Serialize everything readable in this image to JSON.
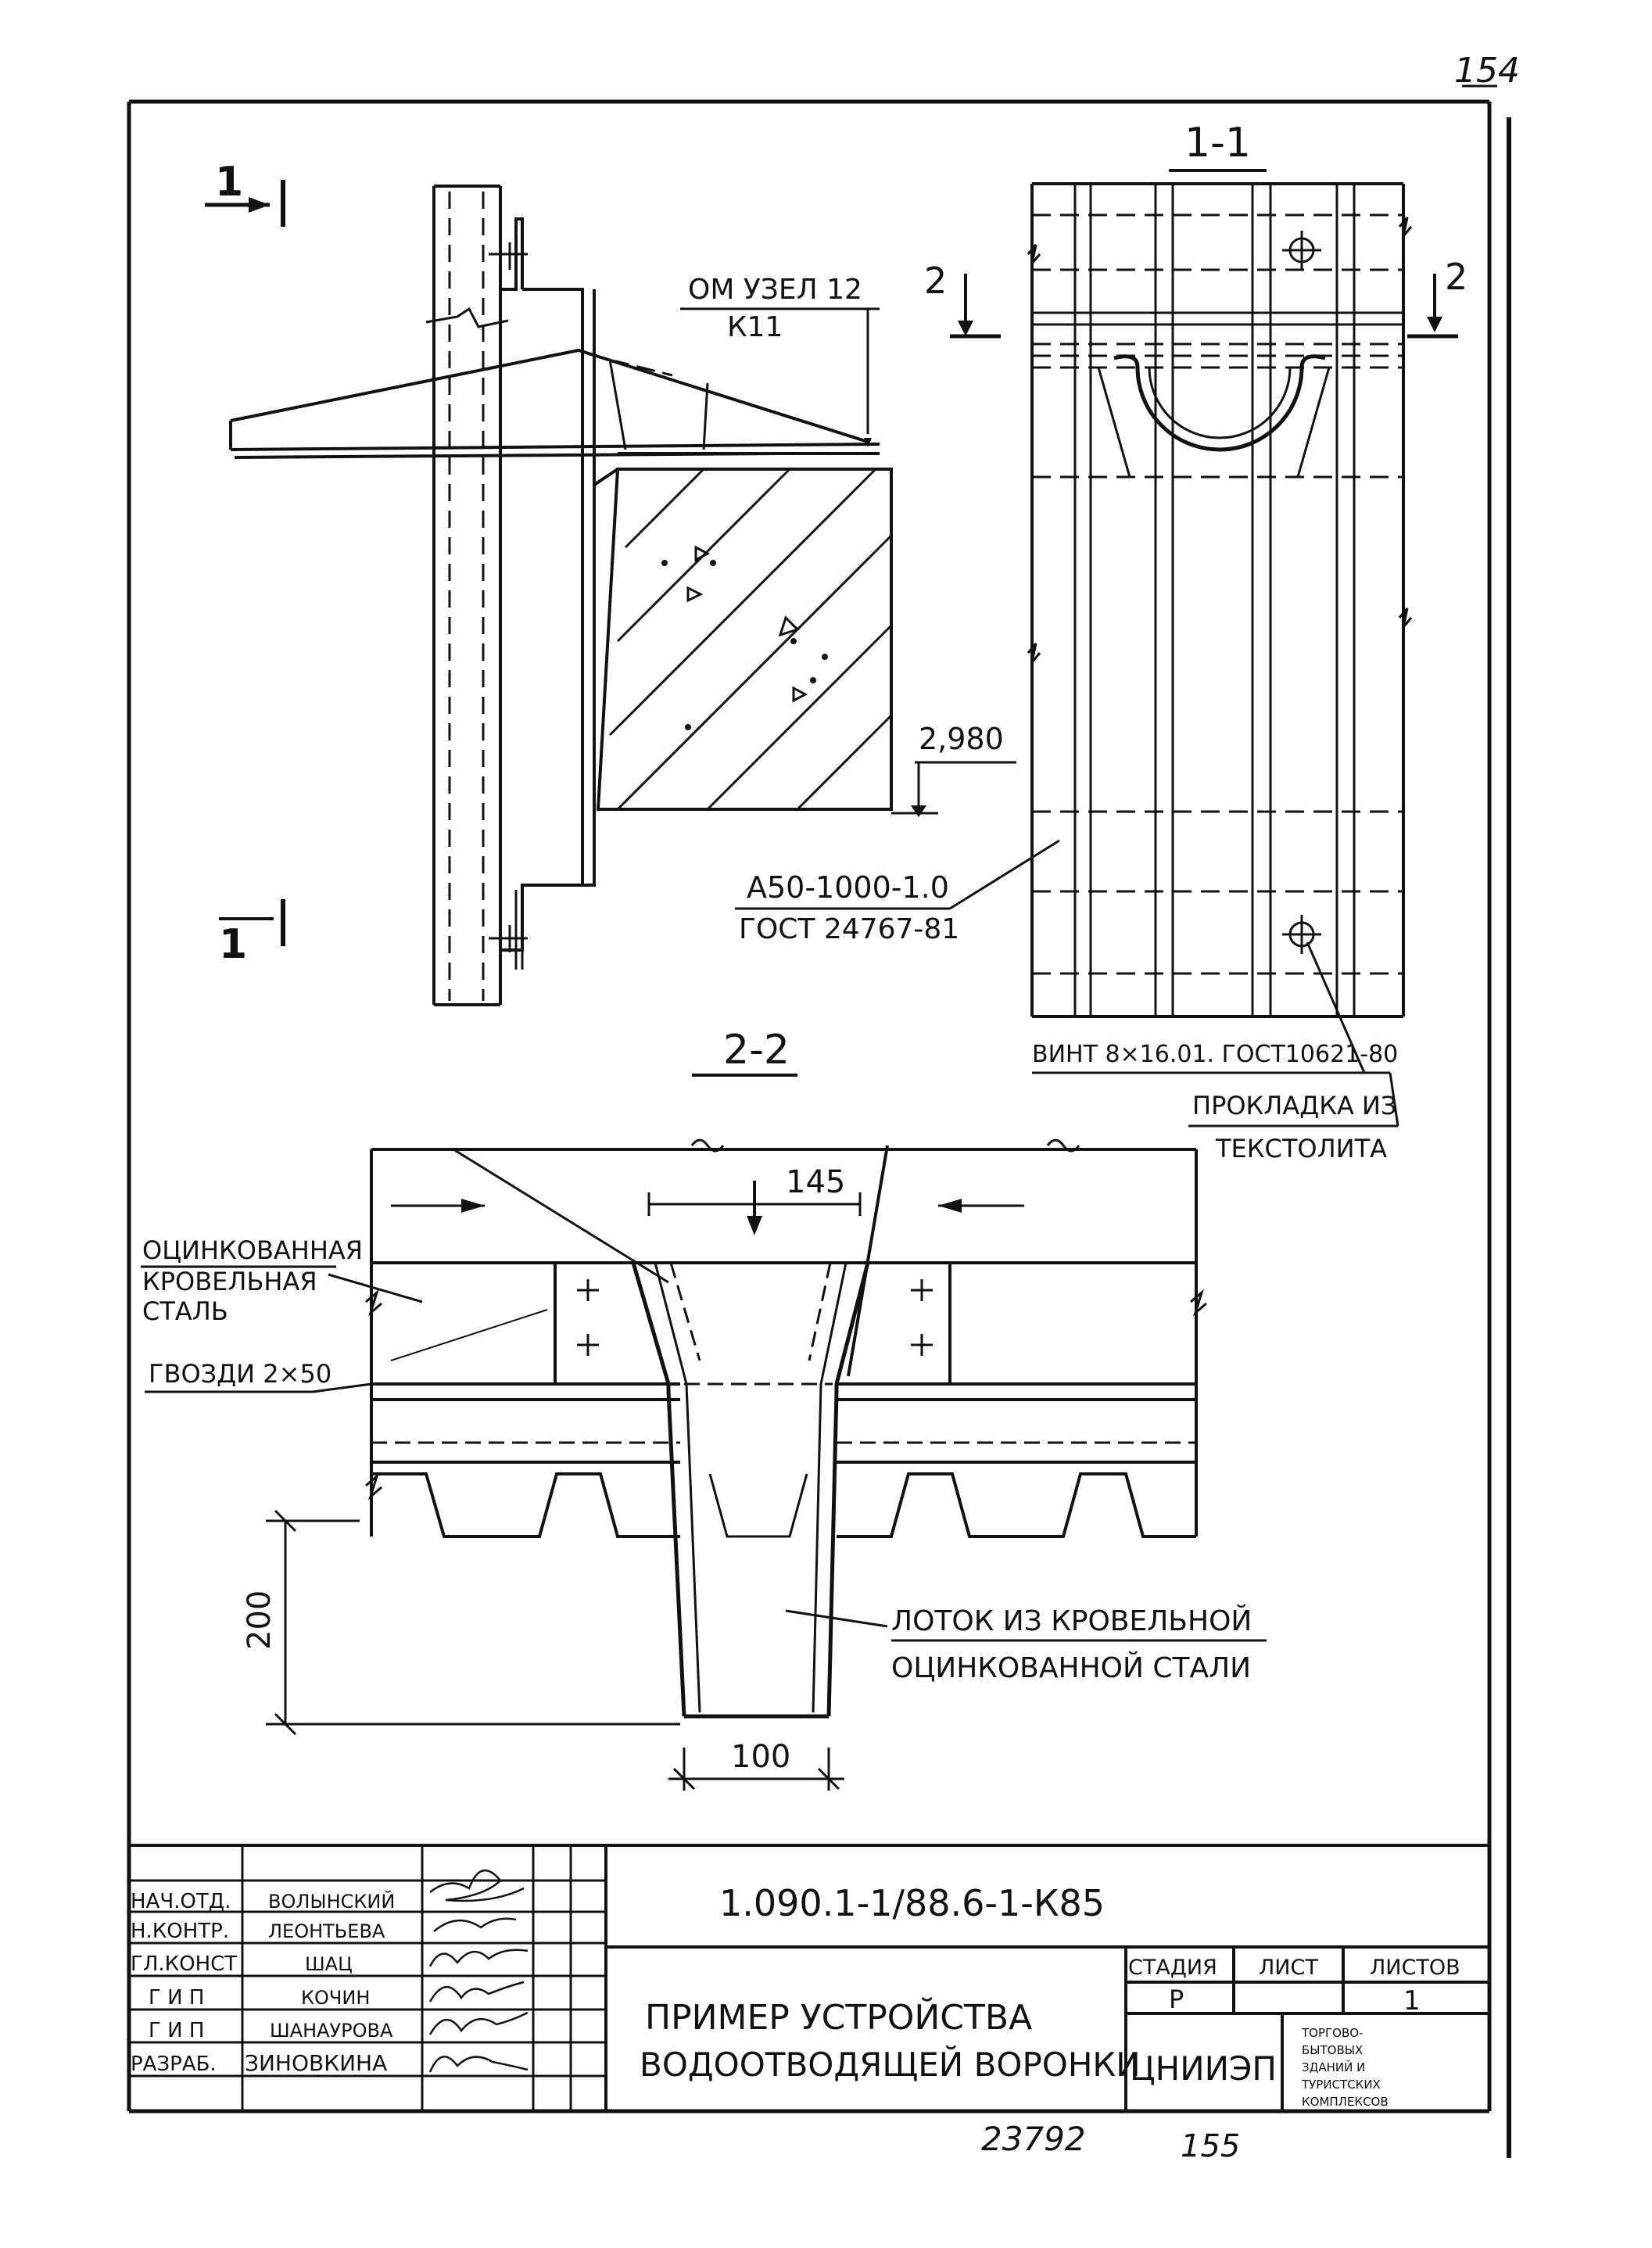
{
  "page_number_top": "154",
  "section_1_marker": "1",
  "section_1_1_title": "1-1",
  "section_2_marker": "2",
  "section_2_2_title": "2-2",
  "callouts": {
    "node_ref_line1": "ОМ УЗЕЛ 12",
    "node_ref_line2": "К11",
    "elevation": "2,980",
    "sheet_line1": "А50-1000-1.0",
    "sheet_line2": "ГОСТ 24767-81",
    "screw": "ВИНТ 8×16.01. ГОСТ10621-80",
    "gasket_line1": "ПРОКЛАДКА ИЗ",
    "gasket_line2": "ТЕКСТОЛИТА",
    "steel_line1": "ОЦИНКОВАННАЯ",
    "steel_line2": "КРОВЕЛЬНАЯ",
    "steel_line3": "СТАЛЬ",
    "nails": "ГВОЗДИ 2×50",
    "tray_line1": "ЛОТОК ИЗ КРОВЕЛЬНОЙ",
    "tray_line2": "ОЦИНКОВАННОЙ СТАЛИ"
  },
  "dimensions": {
    "funnel_width": "145",
    "tray_depth": "200",
    "tray_width": "100"
  },
  "title_block": {
    "roles": [
      "НАЧ.ОТД.",
      "Н.КОНТР.",
      "ГЛ.КОНСТ",
      "Г И П",
      "Г И П",
      "РАЗРАБ."
    ],
    "names": [
      "ВОЛЫНСКИЙ",
      "ЛЕОНТЬЕВА",
      "ШАЦ",
      "КОЧИН",
      "ШАНАУРОВА",
      "ЗИНОВКИНА"
    ],
    "document_code": "1.090.1-1/88.6-1-К85",
    "title_line1": "ПРИМЕР УСТРОЙСТВА",
    "title_line2": "ВОДООТВОДЯЩЕЙ ВОРОНКИ",
    "stage_header": "СТАДИЯ",
    "sheet_header": "ЛИСТ",
    "sheets_header": "ЛИСТОВ",
    "stage_value": "Р",
    "sheet_value": "",
    "sheets_value": "1",
    "organization": "ЦНИИЭП",
    "org_note_lines": [
      "ТОРГОВО-",
      "БЫТОВЫХ",
      "ЗДАНИЙ И",
      "ТУРИСТСКИХ",
      "КОМПЛЕКСОВ"
    ]
  },
  "bottom_numbers": {
    "inventory": "23792",
    "page": "155"
  }
}
